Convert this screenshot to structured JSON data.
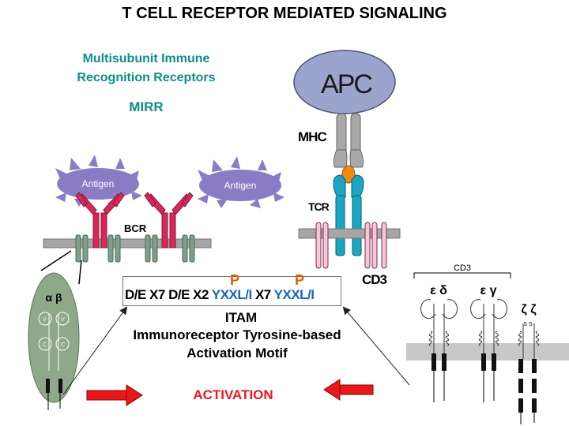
{
  "title": "T CELL RECEPTOR MEDIATED SIGNALING",
  "subtitle_line1": "Multisubunit Immune",
  "subtitle_line2": "Recognition Receptors",
  "mirr": "MIRR",
  "apc": "APC",
  "mhc": "MHC",
  "tcr": "TCR",
  "bcr": "BCR",
  "antigen_left": "Antigen",
  "antigen_right": "Antigen",
  "cd3_large": "CD3",
  "cd3_small": "CD3",
  "alpha_beta": "α β",
  "epsilon_delta": "ε δ",
  "epsilon_gamma": "ε γ",
  "zeta_zeta": "ζ ζ",
  "ss_label": "S  S",
  "v_label": "V",
  "c_label": "C",
  "p_left": "P",
  "p_right": "P",
  "itam_seq": {
    "part1": "D/E X7  D/E X2  ",
    "motif1": "YXXL/I",
    "part2": "  X7  ",
    "motif2": "YXXL/I"
  },
  "itam": "ITAM",
  "itam_full_line1": "Immunoreceptor Tyrosine-based",
  "itam_full_line2": "Activation Motif",
  "activation": "ACTIVATION",
  "colors": {
    "teal_text": "#0f8d8a",
    "antigen": "#8a7cc4",
    "bcr": "#d8285a",
    "membrane": "#9e9e9e",
    "apc": "#9aa4cc",
    "tcr": "#1ba6c4",
    "peptide": "#f08a10",
    "cd3_pink": "#f5c6d9",
    "motif_blue": "#1565c0",
    "p_orange": "#e65c00",
    "arrow_red": "#e8191d",
    "ab_panel": "#8fa88a"
  }
}
